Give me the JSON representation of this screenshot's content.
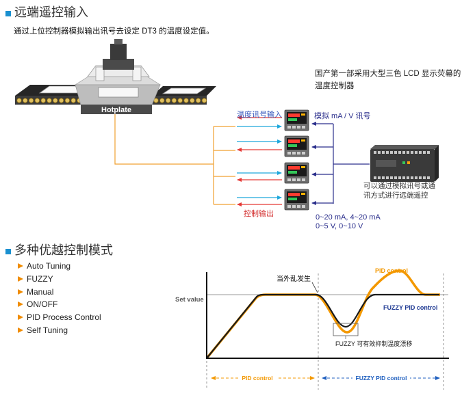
{
  "remote_section": {
    "title": "远端遥控输入",
    "subtitle": "通过上位控制器模拟输出讯号去设定 DT3 的温度设定值。",
    "hotplate_label": "Hotplate",
    "lcd_description": [
      "国产第一部采用大型三色 LCD 显示荧幕的",
      "温度控制器"
    ],
    "temp_signal_input": "温度讯号输入",
    "analog_signal": "模拟 mA / V 讯号",
    "control_output": "控制输出",
    "remote_note": [
      "可以通过模拟讯号或通",
      "讯方式进行远端遥控"
    ],
    "signal_ranges": [
      "0~20 mA, 4~20 mA",
      "0~5 V, 0~10 V"
    ]
  },
  "modes_section": {
    "title": "多种优越控制模式",
    "modes": [
      "Auto Tuning",
      "FUZZY",
      "Manual",
      "ON/OFF",
      "PID Process Control",
      "Self Tuning"
    ]
  },
  "response_chart": {
    "set_value_label": "Set value",
    "disturbance_label": "当外乱发生",
    "pid_curve_label": "PID control",
    "fuzzy_curve_label": "FUZZY PID control",
    "fuzzy_note": "FUZZY 可有效抑制温度漂移",
    "pid_phase_label": "PID control",
    "fuzzy_phase_label": "FUZZY PID control"
  },
  "colors": {
    "accent_blue": "#1a90d0",
    "bullet_orange": "#f08c00",
    "pid_orange": "#f39800",
    "fuzzy_navy": "#1f3a93",
    "output_red": "#e53935",
    "input_cyan": "#1fa8dc",
    "analog_navy": "#2b2f8c"
  }
}
